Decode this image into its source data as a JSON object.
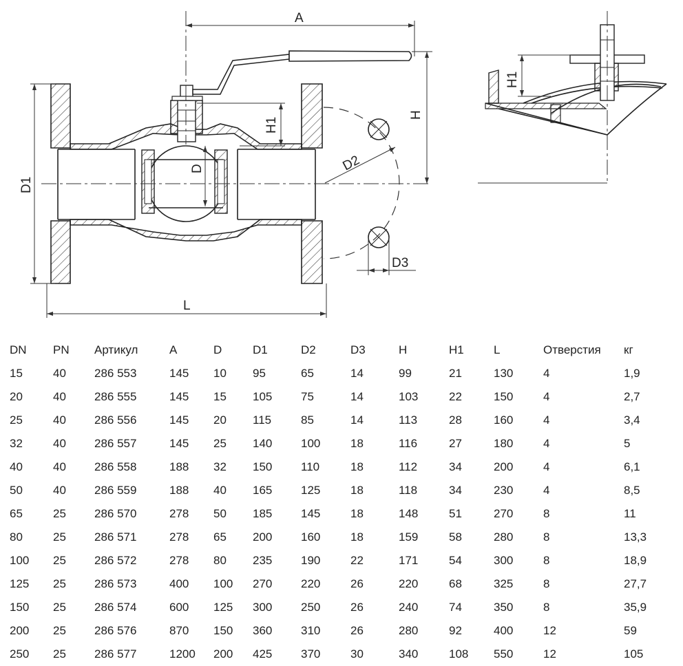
{
  "drawing": {
    "labels": {
      "a": "A",
      "h": "H",
      "h1": "H1",
      "h1_detail": "H1",
      "d": "D",
      "d1": "D1",
      "d2": "D2",
      "d3": "D3",
      "l": "L"
    }
  },
  "table": {
    "headers": [
      "DN",
      "PN",
      "Артикул",
      "A",
      "D",
      "D1",
      "D2",
      "D3",
      "H",
      "H1",
      "L",
      "Отверстия",
      "кг"
    ],
    "rows": [
      [
        "15",
        "40",
        "286 553",
        "145",
        "10",
        "95",
        "65",
        "14",
        "99",
        "21",
        "130",
        "4",
        "1,9"
      ],
      [
        "20",
        "40",
        "286 555",
        "145",
        "15",
        "105",
        "75",
        "14",
        "103",
        "22",
        "150",
        "4",
        "2,7"
      ],
      [
        "25",
        "40",
        "286 556",
        "145",
        "20",
        "115",
        "85",
        "14",
        "113",
        "28",
        "160",
        "4",
        "3,4"
      ],
      [
        "32",
        "40",
        "286 557",
        "145",
        "25",
        "140",
        "100",
        "18",
        "116",
        "27",
        "180",
        "4",
        "5"
      ],
      [
        "40",
        "40",
        "286 558",
        "188",
        "32",
        "150",
        "110",
        "18",
        "112",
        "34",
        "200",
        "4",
        "6,1"
      ],
      [
        "50",
        "40",
        "286 559",
        "188",
        "40",
        "165",
        "125",
        "18",
        "118",
        "34",
        "230",
        "4",
        "8,5"
      ],
      [
        "65",
        "25",
        "286 570",
        "278",
        "50",
        "185",
        "145",
        "18",
        "148",
        "51",
        "270",
        "8",
        "11"
      ],
      [
        "80",
        "25",
        "286 571",
        "278",
        "65",
        "200",
        "160",
        "18",
        "159",
        "58",
        "280",
        "8",
        "13,3"
      ],
      [
        "100",
        "25",
        "286 572",
        "278",
        "80",
        "235",
        "190",
        "22",
        "171",
        "54",
        "300",
        "8",
        "18,9"
      ],
      [
        "125",
        "25",
        "286 573",
        "400",
        "100",
        "270",
        "220",
        "26",
        "220",
        "68",
        "325",
        "8",
        "27,7"
      ],
      [
        "150",
        "25",
        "286 574",
        "600",
        "125",
        "300",
        "250",
        "26",
        "240",
        "74",
        "350",
        "8",
        "35,9"
      ],
      [
        "200",
        "25",
        "286 576",
        "870",
        "150",
        "360",
        "310",
        "26",
        "280",
        "92",
        "400",
        "12",
        "59"
      ],
      [
        "250",
        "25",
        "286 577",
        "1200",
        "200",
        "425",
        "370",
        "30",
        "340",
        "108",
        "550",
        "12",
        "105"
      ]
    ]
  }
}
